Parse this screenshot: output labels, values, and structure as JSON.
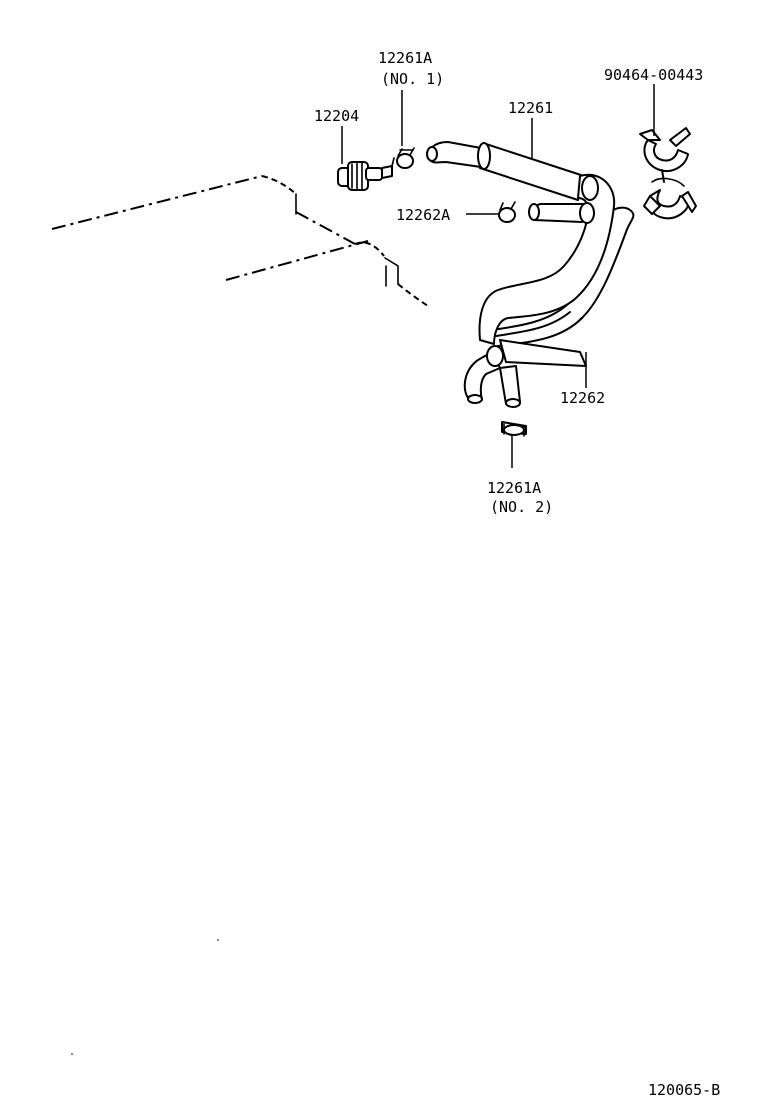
{
  "labels": {
    "vsv_valve": "12204",
    "hose_clamp_no1_part": "12261A",
    "hose_clamp_no1_sub": "(NO. 1)",
    "hose_upper": "12261",
    "clamp_clip": "90464-00443",
    "hose_clamp_mid": "12262A",
    "hose_lower": "12262",
    "hose_clamp_no2_part": "12261A",
    "hose_clamp_no2_sub": "(NO. 2)"
  },
  "figure_id": "120065-B"
}
